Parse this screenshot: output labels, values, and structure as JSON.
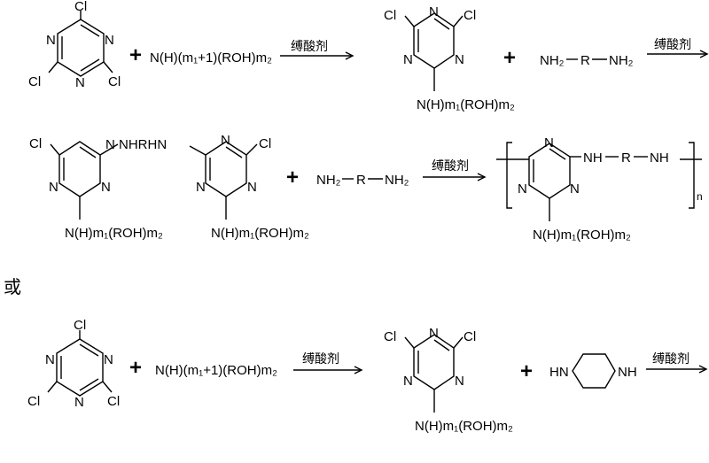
{
  "atoms": {
    "cl": "Cl",
    "n": "N",
    "nh": "NH",
    "hn": "HN"
  },
  "labels": {
    "reagent_amine": "N(H)(m₁+1)(ROH)m₂",
    "substituent": "N(H)m₁(ROH)m₂",
    "diamine_left": "NH₂",
    "diamine_r": "R",
    "diamine_right": "NH₂",
    "bridge": "NHRHN",
    "polymer_nh": "NH",
    "polymer_r": "R",
    "subscript_n": "n"
  },
  "arrow_label": "缚酸剂",
  "plus": "+",
  "or_text": "或"
}
